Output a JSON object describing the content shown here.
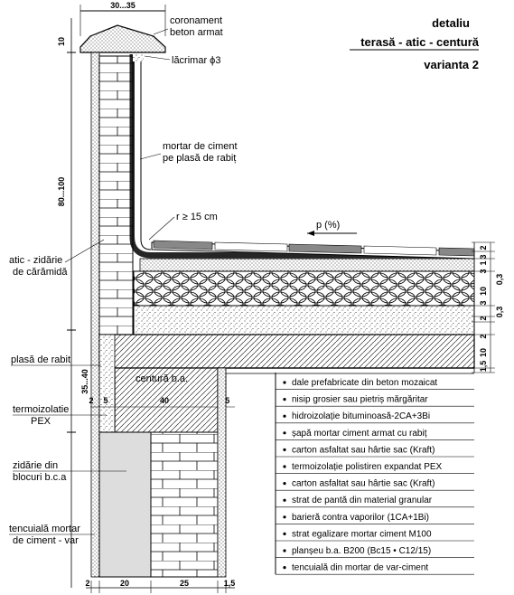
{
  "title": {
    "line1": "detaliu",
    "line2": "terasă - atic - centură",
    "line3": "varianta 2"
  },
  "callouts": {
    "coronament1": "coronament",
    "coronament2": "beton armat",
    "lacrimar": "lăcrimar ϕ3",
    "mortar1": "mortar de ciment",
    "mortar2": "pe plasă de rabiț",
    "radius": "r ≥ 15 cm",
    "slope": "p (%)",
    "atic1": "atic - zidărie",
    "atic2": "de cărămidă",
    "plasa": "plasă de rabit",
    "centura": "centură b.a.",
    "termo1": "termoizolatie",
    "termo2": "PEX",
    "zid1": "zidărie din",
    "zid2": "blocuri b.c.a",
    "tenc1": "tencuială mortar",
    "tenc2": "de ciment - var"
  },
  "dimensions": {
    "top": "30...35",
    "parapet_top": "10",
    "parapet_height": "80...100",
    "belt_height": "35...40",
    "belt_width": "40",
    "belt_left": "2",
    "belt_insul": "5",
    "belt_right": "1,5",
    "bottom_left": "2",
    "bottom_20": "20",
    "bottom_25": "25",
    "bottom_right": "1,5",
    "right_stack": [
      "2",
      "3",
      "1",
      "3",
      "10",
      "0,3",
      "3",
      "2",
      "0,3",
      "2",
      "10",
      "1,5"
    ]
  },
  "legend": [
    "dale prefabricate din beton mozaicat",
    "nisip grosier sau pietriș mărgăritar",
    "hidroizolație bituminoasă-2CA+3Bi",
    "șapă mortar ciment armat cu rabiț",
    "carton asfaltat sau hârtie sac (Kraft)",
    "termoizolație polistiren expandat PEX",
    "carton asfaltat sau hârtie sac (Kraft)",
    "strat de pantă din material granular",
    "barieră contra vaporilor (1CA+1Bi)",
    "strat egalizare mortar ciment M100",
    "planșeu b.a. B200 (Bc15 • C12/15)",
    "tencuială din mortar de var-ciment"
  ]
}
